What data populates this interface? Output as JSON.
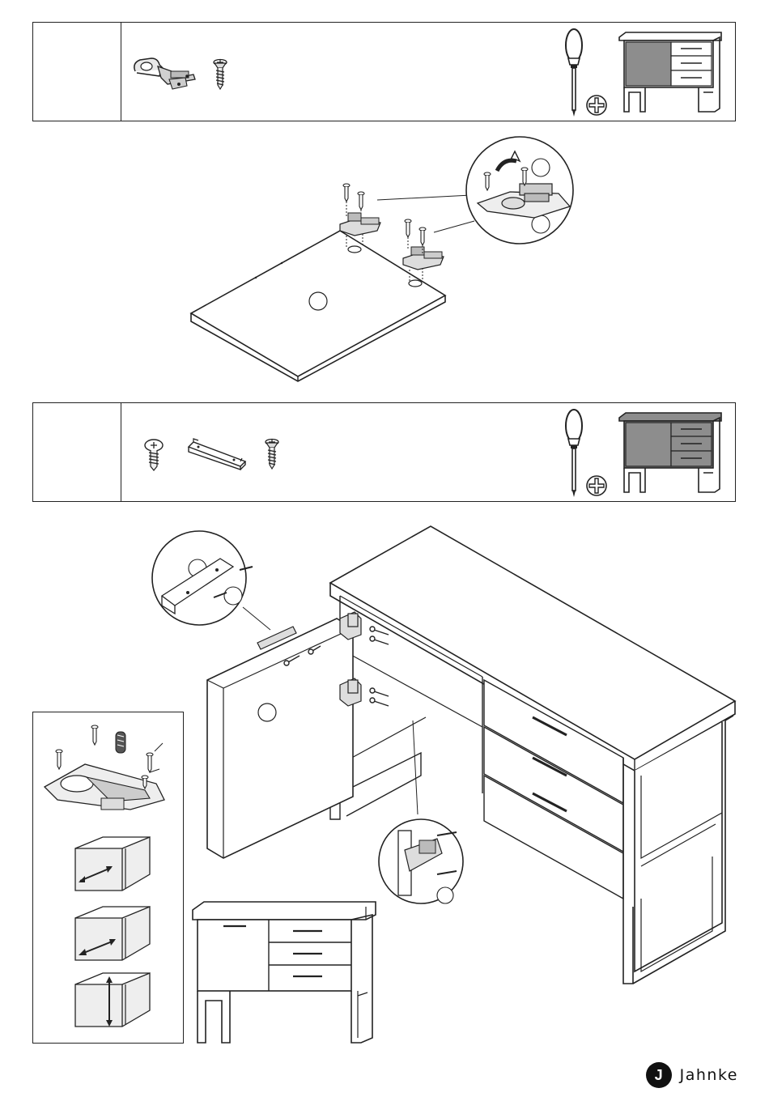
{
  "brand": {
    "logo_letter": "J",
    "name": "Jahnke"
  },
  "steps": [
    {
      "id": "step-a",
      "parts": [
        "hinge",
        "screw-countersunk"
      ],
      "tools": [
        "screwdriver-icon",
        "phillips-head-icon"
      ]
    },
    {
      "id": "step-b",
      "parts": [
        "screw-pan-head",
        "handle-bar",
        "screw-countersunk"
      ],
      "tools": [
        "screwdriver-icon",
        "phillips-head-icon"
      ]
    }
  ]
}
